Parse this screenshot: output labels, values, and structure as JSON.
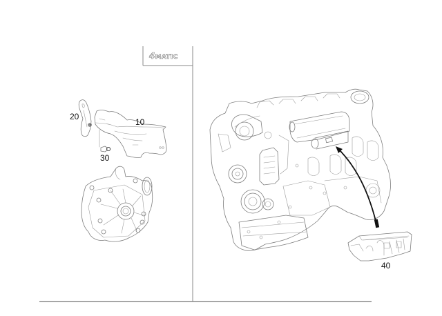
{
  "diagram": {
    "badge": {
      "text": "4MATIC",
      "num": "4",
      "word": "MATIC"
    },
    "callouts": [
      {
        "id": "10",
        "label": "10",
        "part": "heat-shield"
      },
      {
        "id": "20",
        "label": "20",
        "part": "bracket"
      },
      {
        "id": "30",
        "label": "30",
        "part": "bolt"
      },
      {
        "id": "40",
        "label": "40",
        "part": "engine-cover-insert"
      }
    ],
    "panels": {
      "left": "transfer-case-assembly",
      "right": "v8-engine-assembly"
    },
    "colors": {
      "line": "#7d7d7d",
      "rule": "#888888",
      "arrow": "#111111",
      "text": "#111111"
    }
  }
}
